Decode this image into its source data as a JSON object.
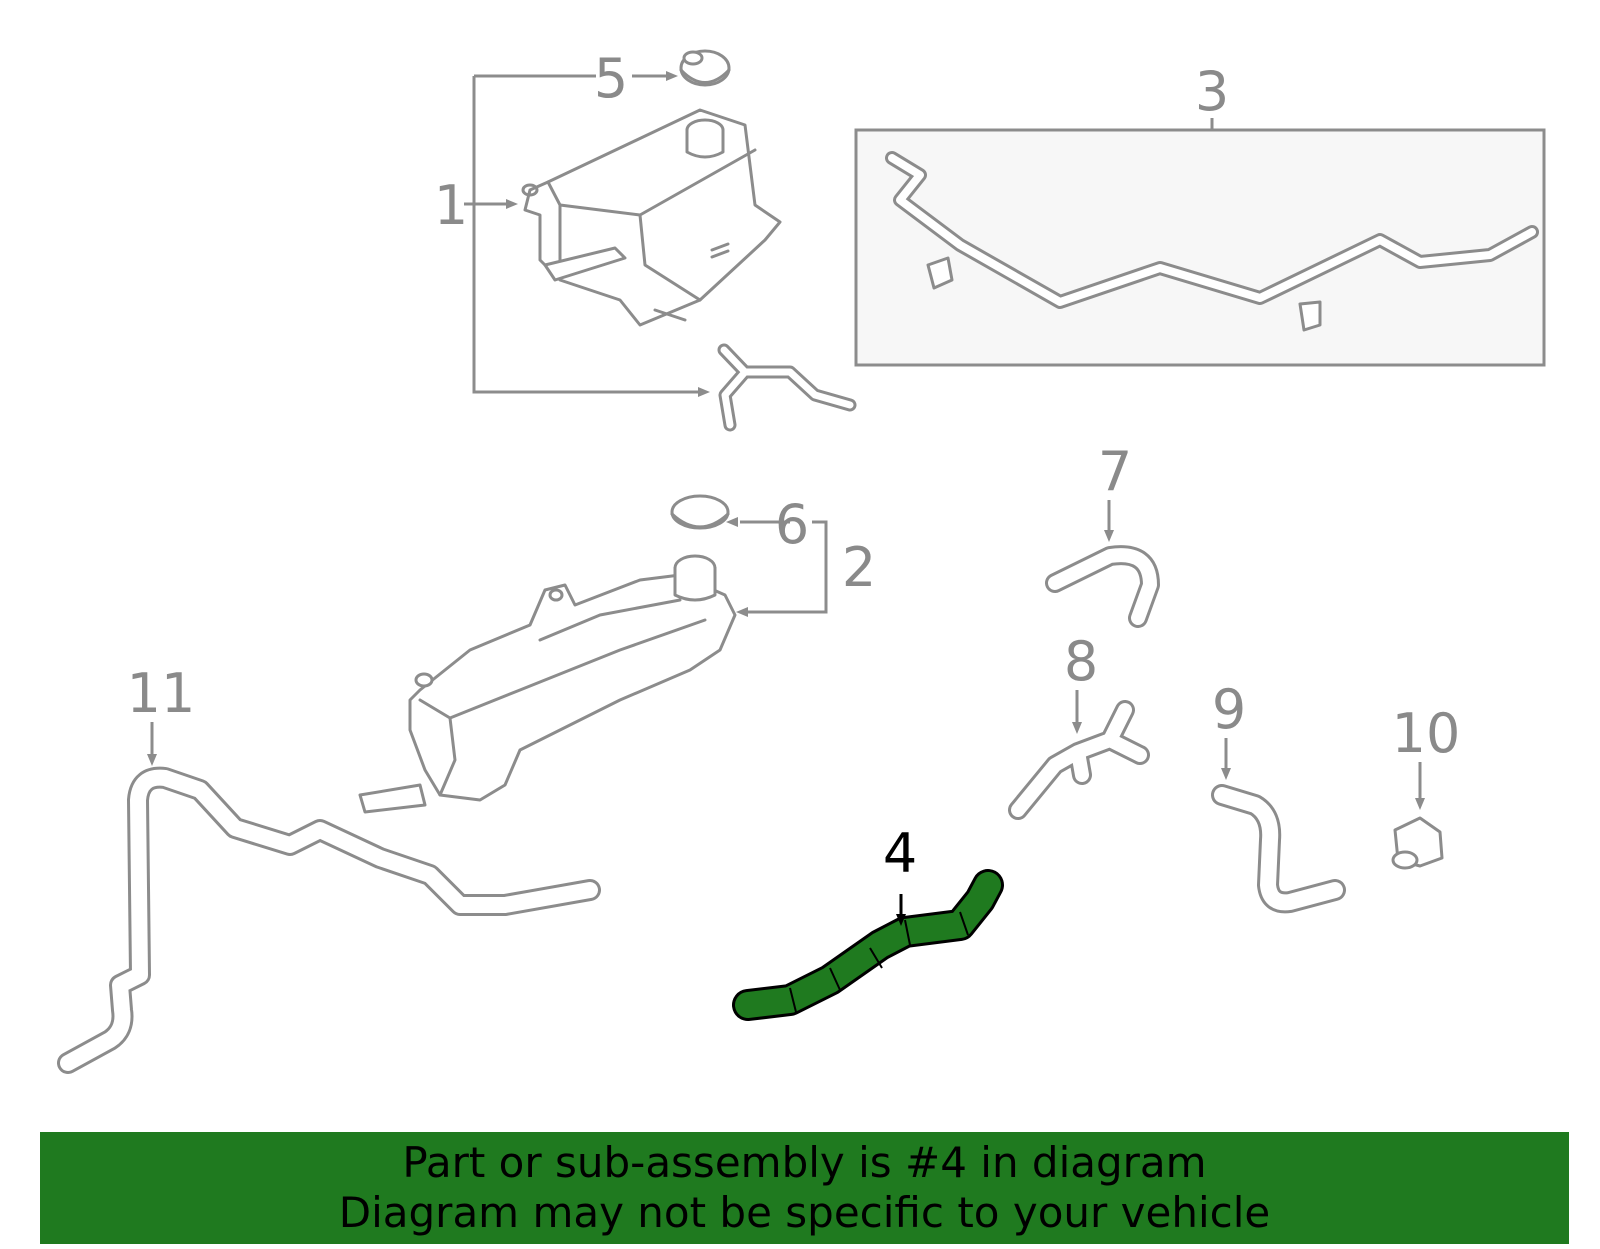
{
  "callouts": {
    "c1": "1",
    "c2": "2",
    "c3": "3",
    "c4": "4",
    "c5": "5",
    "c6": "6",
    "c7": "7",
    "c8": "8",
    "c9": "9",
    "c10": "10",
    "c11": "11"
  },
  "highlighted_part": "4",
  "highlight_color": "#1f7a1f",
  "banner": {
    "line1": "Part or sub-assembly is #4 in diagram",
    "line2": "Diagram may not be specific to your vehicle",
    "background": "#1f7a1f"
  }
}
